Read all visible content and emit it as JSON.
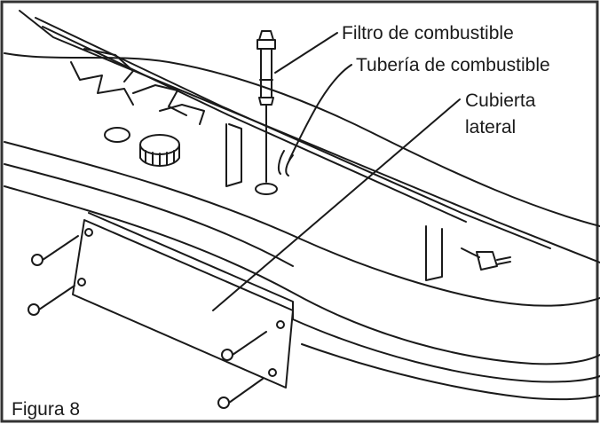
{
  "labels": {
    "fuel_filter": "Filtro de combustible",
    "fuel_line": "Tubería de combustible",
    "side_cover_line1": "Cubierta",
    "side_cover_line2": "lateral"
  },
  "caption": "Figura 8",
  "colors": {
    "ink": "#1a1a1a",
    "background": "#ffffff",
    "frame": "#333333"
  }
}
